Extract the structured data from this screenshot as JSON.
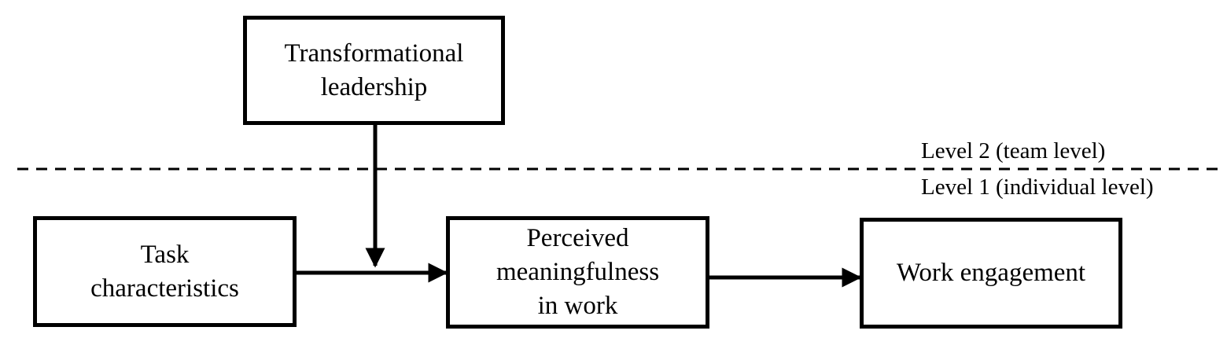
{
  "nodes": {
    "transformational_leadership": {
      "lines": [
        "Transformational",
        "leadership"
      ]
    },
    "task_characteristics": {
      "lines": [
        "Task",
        "characteristics"
      ]
    },
    "perceived_meaningfulness": {
      "lines": [
        "Perceived",
        "meaningfulness",
        "in work"
      ]
    },
    "work_engagement": {
      "lines": [
        "Work engagement"
      ]
    }
  },
  "levels": {
    "level2": "Level 2 (team level)",
    "level1": "Level 1 (individual level)"
  },
  "colors": {
    "line": "#000000",
    "background": "#ffffff"
  }
}
